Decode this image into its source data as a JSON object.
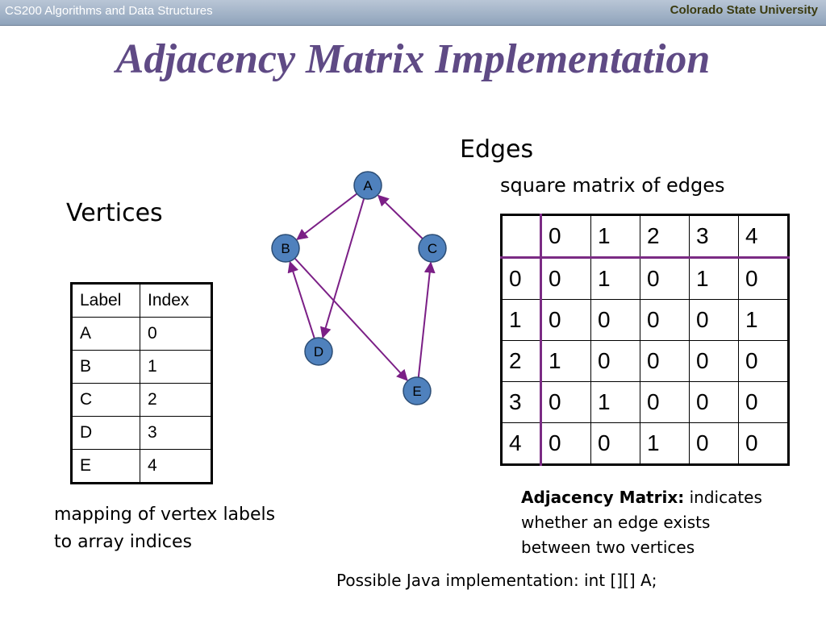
{
  "header": {
    "course": "CS200 Algorithms and Data Structures",
    "university": "Colorado State University"
  },
  "title": "Adjacency Matrix Implementation",
  "vertices": {
    "heading": "Vertices",
    "columns": [
      "Label",
      "Index"
    ],
    "rows": [
      [
        "A",
        "0"
      ],
      [
        "B",
        "1"
      ],
      [
        "C",
        "2"
      ],
      [
        "D",
        "3"
      ],
      [
        "E",
        "4"
      ]
    ],
    "caption": "mapping of vertex labels to array indices"
  },
  "edges": {
    "heading": "Edges",
    "subheading": "square matrix of edges",
    "column_headers": [
      "",
      "0",
      "1",
      "2",
      "3",
      "4"
    ],
    "rows": [
      [
        "0",
        "0",
        "1",
        "0",
        "1",
        "0"
      ],
      [
        "1",
        "0",
        "0",
        "0",
        "0",
        "1"
      ],
      [
        "2",
        "1",
        "0",
        "0",
        "0",
        "0"
      ],
      [
        "3",
        "0",
        "1",
        "0",
        "0",
        "0"
      ],
      [
        "4",
        "0",
        "0",
        "1",
        "0",
        "0"
      ]
    ],
    "caption_bold": "Adjacency Matrix:",
    "caption_rest": " indicates whether an edge exists between two vertices"
  },
  "java_note": "Possible Java implementation: int [][] A;",
  "graph": {
    "node_color": "#4f81bd",
    "edge_color": "#7b1f86",
    "nodes": [
      "A",
      "B",
      "C",
      "D",
      "E"
    ],
    "edges": [
      [
        "A",
        "B"
      ],
      [
        "A",
        "D"
      ],
      [
        "B",
        "E"
      ],
      [
        "C",
        "A"
      ],
      [
        "D",
        "B"
      ],
      [
        "E",
        "C"
      ]
    ]
  }
}
